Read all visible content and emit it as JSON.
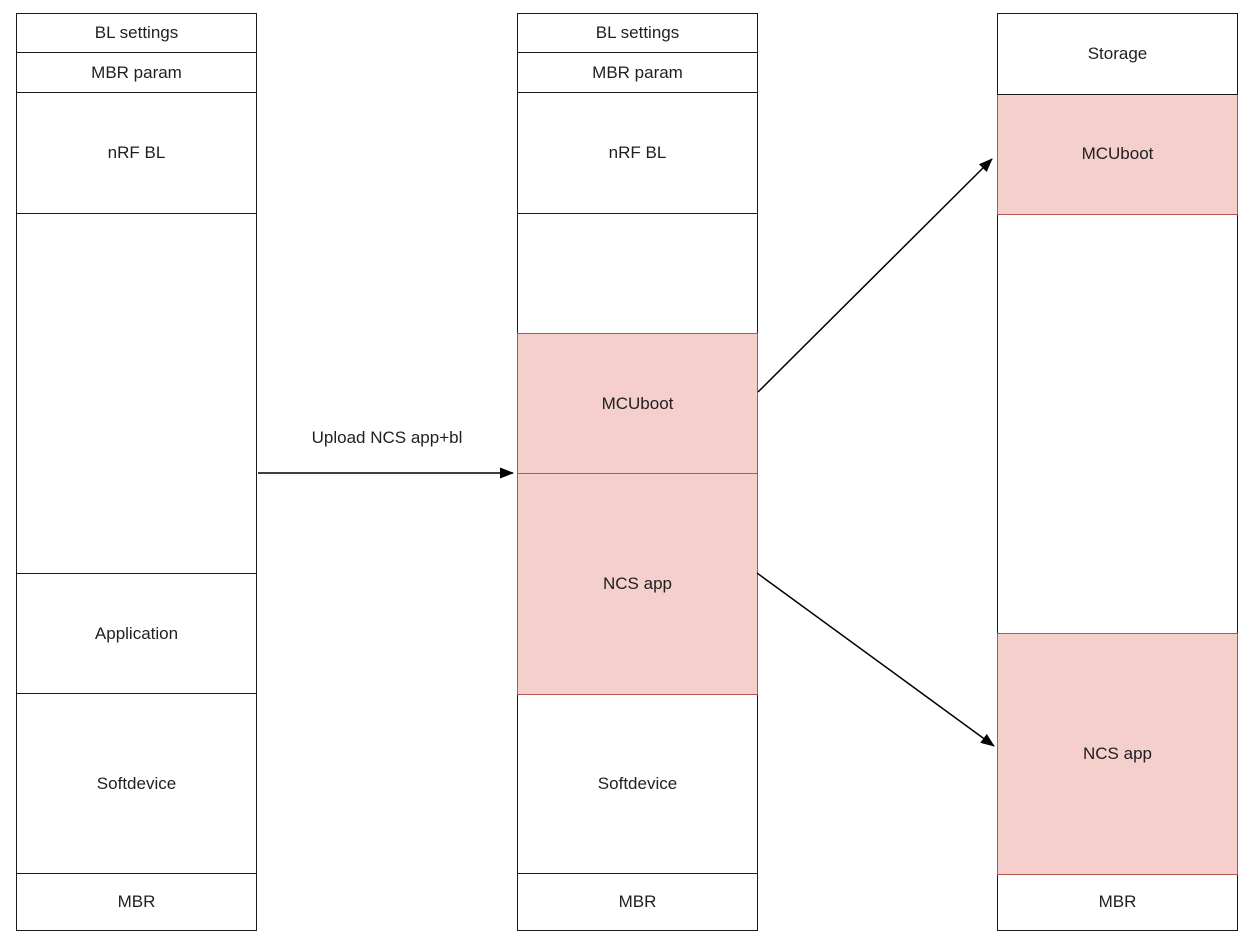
{
  "diagram": {
    "title": "flash-memory-partition-layout",
    "columns": [
      {
        "name": "memory-column-left",
        "segments": [
          {
            "label": "BL settings",
            "highlighted": false
          },
          {
            "label": "MBR param",
            "highlighted": false
          },
          {
            "label": "nRF BL",
            "highlighted": false
          },
          {
            "label": "",
            "highlighted": false
          },
          {
            "label": "Application",
            "highlighted": false
          },
          {
            "label": "Softdevice",
            "highlighted": false
          },
          {
            "label": "MBR",
            "highlighted": false
          }
        ]
      },
      {
        "name": "memory-column-middle",
        "segments": [
          {
            "label": "BL settings",
            "highlighted": false
          },
          {
            "label": "MBR param",
            "highlighted": false
          },
          {
            "label": "nRF BL",
            "highlighted": false
          },
          {
            "label": "",
            "highlighted": false
          },
          {
            "label": "MCUboot",
            "highlighted": true
          },
          {
            "label": "NCS app",
            "highlighted": true
          },
          {
            "label": "Softdevice",
            "highlighted": false
          },
          {
            "label": "MBR",
            "highlighted": false
          }
        ]
      },
      {
        "name": "memory-column-right",
        "segments": [
          {
            "label": "Storage",
            "highlighted": false
          },
          {
            "label": "MCUboot",
            "highlighted": true
          },
          {
            "label": "",
            "highlighted": false
          },
          {
            "label": "NCS app",
            "highlighted": true
          },
          {
            "label": "MBR",
            "highlighted": false
          }
        ]
      }
    ],
    "arrows": [
      {
        "name": "upload-arrow",
        "label": "Upload NCS app+bl"
      },
      {
        "name": "mcuboot-copy-arrow",
        "label": ""
      },
      {
        "name": "ncs-app-copy-arrow",
        "label": ""
      }
    ],
    "colors": {
      "highlight_fill": "#f4cfcc",
      "highlight_stroke": "#b85450",
      "box_stroke": "#1a1a1a",
      "arrow_stroke": "#000000",
      "background": "#ffffff"
    }
  }
}
